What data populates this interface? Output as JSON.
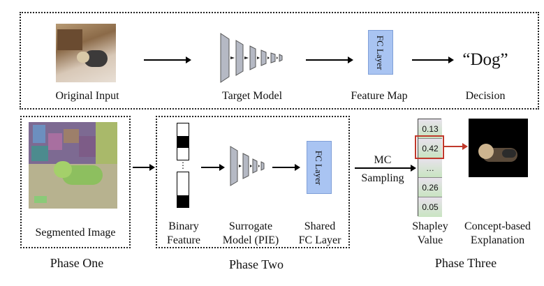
{
  "top_row": {
    "original_input": "Original Input",
    "target_model": "Target Model",
    "feature_map": "Feature Map",
    "fc_layer": "FC Layer",
    "decision_label": "Decision",
    "decision_value": "“Dog”"
  },
  "phase_one": {
    "segmented_image": "Segmented Image",
    "title": "Phase One"
  },
  "phase_two": {
    "binary_feature": [
      "Binary",
      "Feature"
    ],
    "binary_ellipsis": "⋮",
    "surrogate_model": [
      "Surrogate",
      "Model (PIE)"
    ],
    "shared_fc_layer": [
      "Shared",
      "FC Layer"
    ],
    "fc_layer": "FC Layer",
    "title": "Phase Two"
  },
  "phase_three": {
    "mc_sampling": [
      "MC",
      "Sampling"
    ],
    "shapley_values": [
      "0.13",
      "0.42",
      "…",
      "0.26",
      "0.05"
    ],
    "shapley_value_label": [
      "Shapley",
      "Value"
    ],
    "concept_explanation": [
      "Concept-based",
      "Explanation"
    ],
    "title": "Phase Three"
  },
  "colors": {
    "fc_fill": "#a9c4f2",
    "highlight": "#c0392b",
    "dark_block": "#000000"
  }
}
